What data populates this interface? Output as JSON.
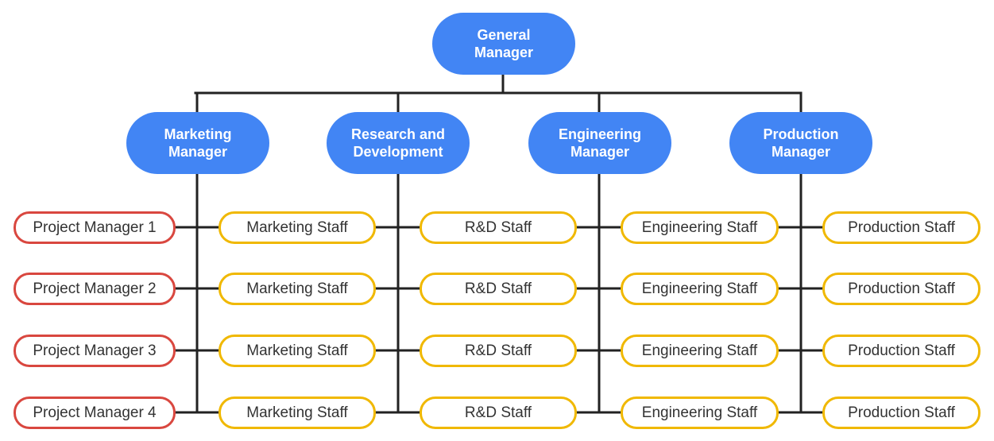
{
  "colors": {
    "manager_fill": "#4285f4",
    "project_manager_border": "#d9473f",
    "staff_border": "#f0b800",
    "connector": "#222222"
  },
  "top": {
    "label": "General\nManager"
  },
  "managers": [
    {
      "label": "Marketing\nManager"
    },
    {
      "label": "Research and\nDevelopment"
    },
    {
      "label": "Engineering\nManager"
    },
    {
      "label": "Production\nManager"
    }
  ],
  "project_managers": [
    {
      "label": "Project Manager 1"
    },
    {
      "label": "Project Manager 2"
    },
    {
      "label": "Project Manager 3"
    },
    {
      "label": "Project Manager 4"
    }
  ],
  "staff_columns": [
    {
      "items": [
        "Marketing Staff",
        "Marketing Staff",
        "Marketing Staff",
        "Marketing Staff"
      ]
    },
    {
      "items": [
        "R&D Staff",
        "R&D Staff",
        "R&D Staff",
        "R&D Staff"
      ]
    },
    {
      "items": [
        "Engineering Staff",
        "Engineering Staff",
        "Engineering Staff",
        "Engineering Staff"
      ]
    },
    {
      "items": [
        "Production Staff",
        "Production Staff",
        "Production Staff",
        "Production Staff"
      ]
    }
  ]
}
